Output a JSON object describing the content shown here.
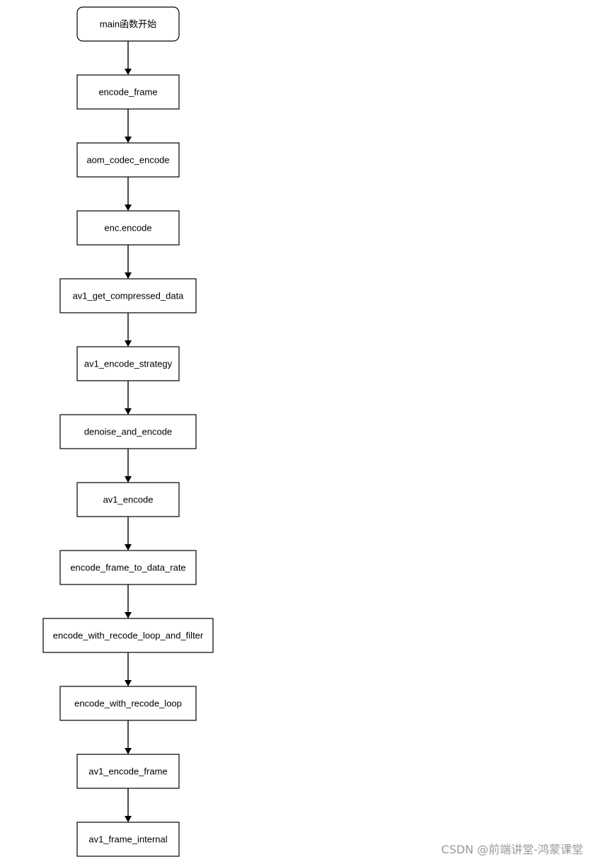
{
  "diagram": {
    "nodes": [
      {
        "id": "n0",
        "label": "main函数开始",
        "shape": "rounded"
      },
      {
        "id": "n1",
        "label": "encode_frame",
        "shape": "rect"
      },
      {
        "id": "n2",
        "label": "aom_codec_encode",
        "shape": "rect"
      },
      {
        "id": "n3",
        "label": "enc.encode",
        "shape": "rect"
      },
      {
        "id": "n4",
        "label": "av1_get_compressed_data",
        "shape": "rect"
      },
      {
        "id": "n5",
        "label": "av1_encode_strategy",
        "shape": "rect"
      },
      {
        "id": "n6",
        "label": "denoise_and_encode",
        "shape": "rect"
      },
      {
        "id": "n7",
        "label": "av1_encode",
        "shape": "rect"
      },
      {
        "id": "n8",
        "label": "encode_frame_to_data_rate",
        "shape": "rect"
      },
      {
        "id": "n9",
        "label": "encode_with_recode_loop_and_filter",
        "shape": "rect"
      },
      {
        "id": "n10",
        "label": "encode_with_recode_loop",
        "shape": "rect"
      },
      {
        "id": "n11",
        "label": "av1_encode_frame",
        "shape": "rect"
      },
      {
        "id": "n12",
        "label": "av1_frame_internal",
        "shape": "rect"
      }
    ],
    "edges": [
      {
        "from": "n0",
        "to": "n1"
      },
      {
        "from": "n1",
        "to": "n2"
      },
      {
        "from": "n2",
        "to": "n3"
      },
      {
        "from": "n3",
        "to": "n4"
      },
      {
        "from": "n4",
        "to": "n5"
      },
      {
        "from": "n5",
        "to": "n6"
      },
      {
        "from": "n6",
        "to": "n7"
      },
      {
        "from": "n7",
        "to": "n8"
      },
      {
        "from": "n8",
        "to": "n9"
      },
      {
        "from": "n9",
        "to": "n10"
      },
      {
        "from": "n10",
        "to": "n11"
      },
      {
        "from": "n11",
        "to": "n12"
      }
    ]
  },
  "watermark": "CSDN @前端讲堂-鸿蒙课堂"
}
